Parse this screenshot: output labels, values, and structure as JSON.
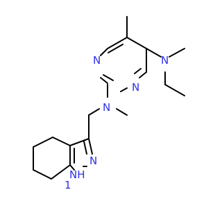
{
  "structure": {
    "atom_labels": {
      "n_pyr_top": "N",
      "n_pyr_bottom": "N",
      "n_dimethyl": "N",
      "n_methyl": "N",
      "n_indazole": "N",
      "nh_indazole": "NH",
      "nh_number": "1"
    }
  },
  "colors": {
    "bond": "#000000",
    "heteroatom": "#2E2EE6",
    "background": "#ffffff"
  }
}
